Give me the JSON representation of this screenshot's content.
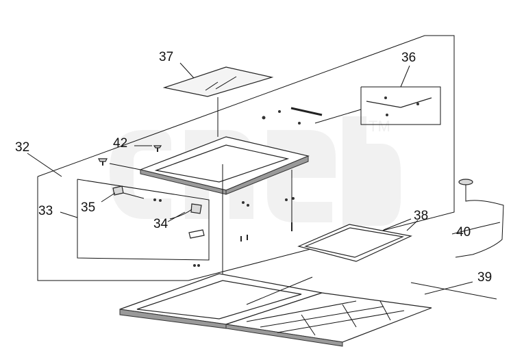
{
  "callouts": [
    {
      "id": "37",
      "text": "37"
    },
    {
      "id": "36",
      "text": "36"
    },
    {
      "id": "42",
      "text": "42"
    },
    {
      "id": "32",
      "text": "32"
    },
    {
      "id": "33",
      "text": "33"
    },
    {
      "id": "35",
      "text": "35"
    },
    {
      "id": "34",
      "text": "34"
    },
    {
      "id": "38",
      "text": "38"
    },
    {
      "id": "40",
      "text": "40"
    },
    {
      "id": "39",
      "text": "39"
    }
  ],
  "watermark": {
    "text": "TM"
  }
}
